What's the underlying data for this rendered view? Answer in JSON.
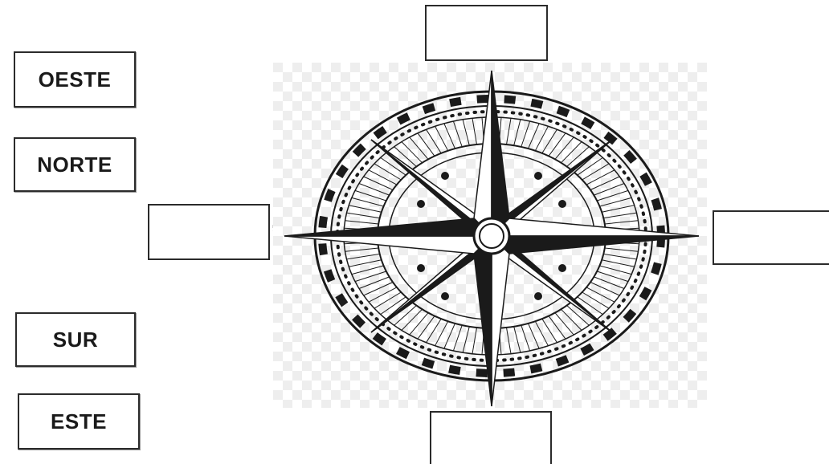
{
  "word_cards": {
    "oeste": "OESTE",
    "norte": "NORTE",
    "sur": "SUR",
    "este": "ESTE"
  },
  "stray_mark": ",",
  "answer_slots": [
    "top",
    "left",
    "right",
    "bottom"
  ],
  "colors": {
    "ink": "#1a1a1a",
    "checker_light": "#ffffff",
    "checker_dark": "#eeeeee"
  }
}
